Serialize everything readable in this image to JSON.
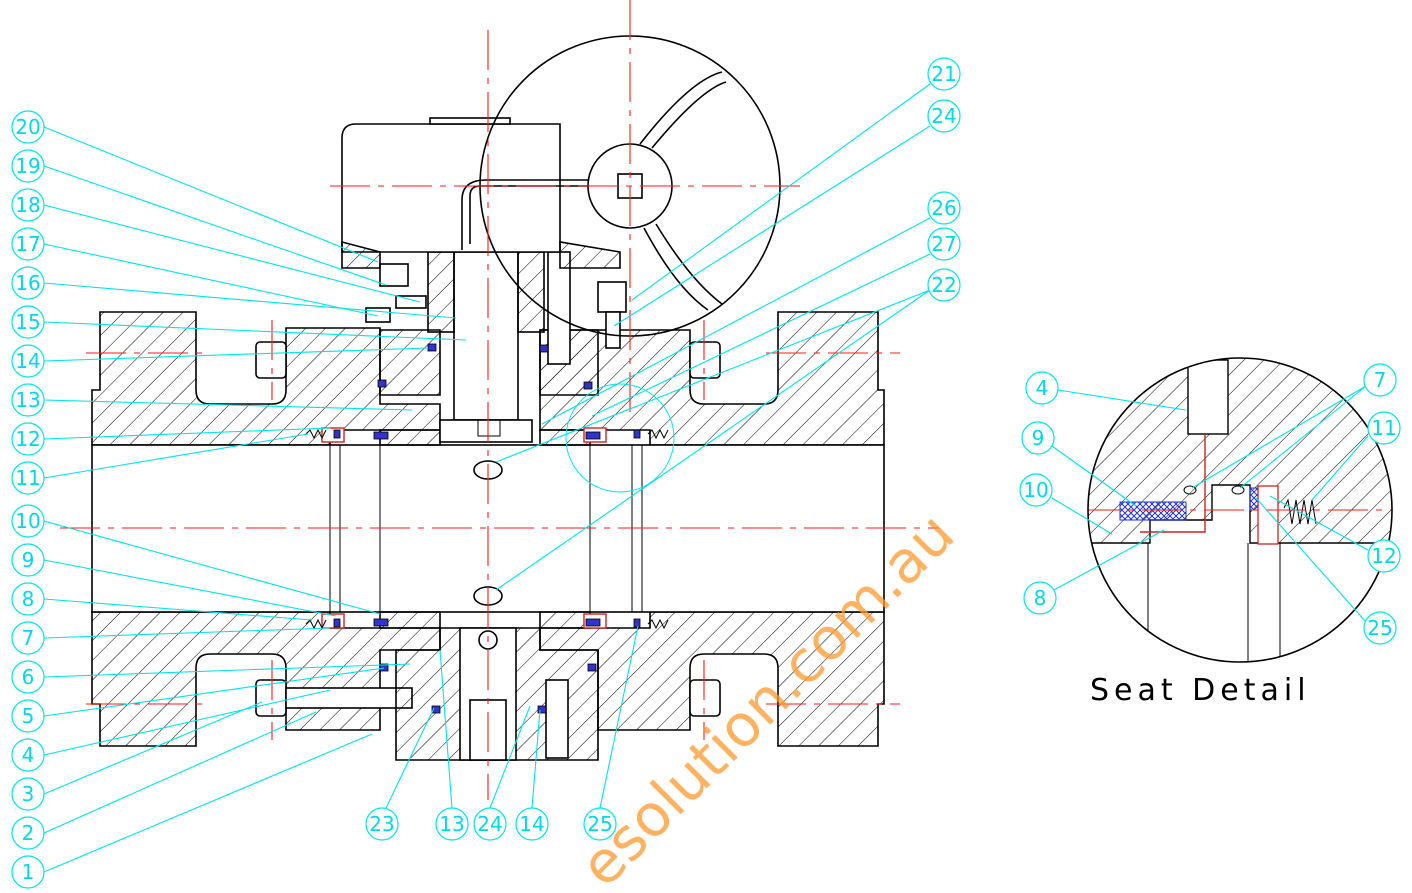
{
  "balloons_left": [
    "20",
    "19",
    "18",
    "17",
    "16",
    "15",
    "14",
    "13",
    "12",
    "11",
    "10",
    "9",
    "8",
    "7",
    "6",
    "5",
    "4",
    "3",
    "2",
    "1"
  ],
  "balloons_bottom": [
    "23",
    "13",
    "24",
    "14",
    "25"
  ],
  "balloons_right": [
    "21",
    "24",
    "26",
    "27",
    "22"
  ],
  "detail": {
    "caption": "Seat Detail",
    "balloons": [
      "4",
      "9",
      "10",
      "8",
      "7",
      "11",
      "12",
      "25"
    ]
  },
  "watermark": "esolution.com.au",
  "colors": {
    "balloon": "#00e5e5",
    "centerline": "#ff1a1a",
    "seal": "#3333cc",
    "seat_ring": "#cc2222",
    "watermark": "#ff9a2e"
  }
}
